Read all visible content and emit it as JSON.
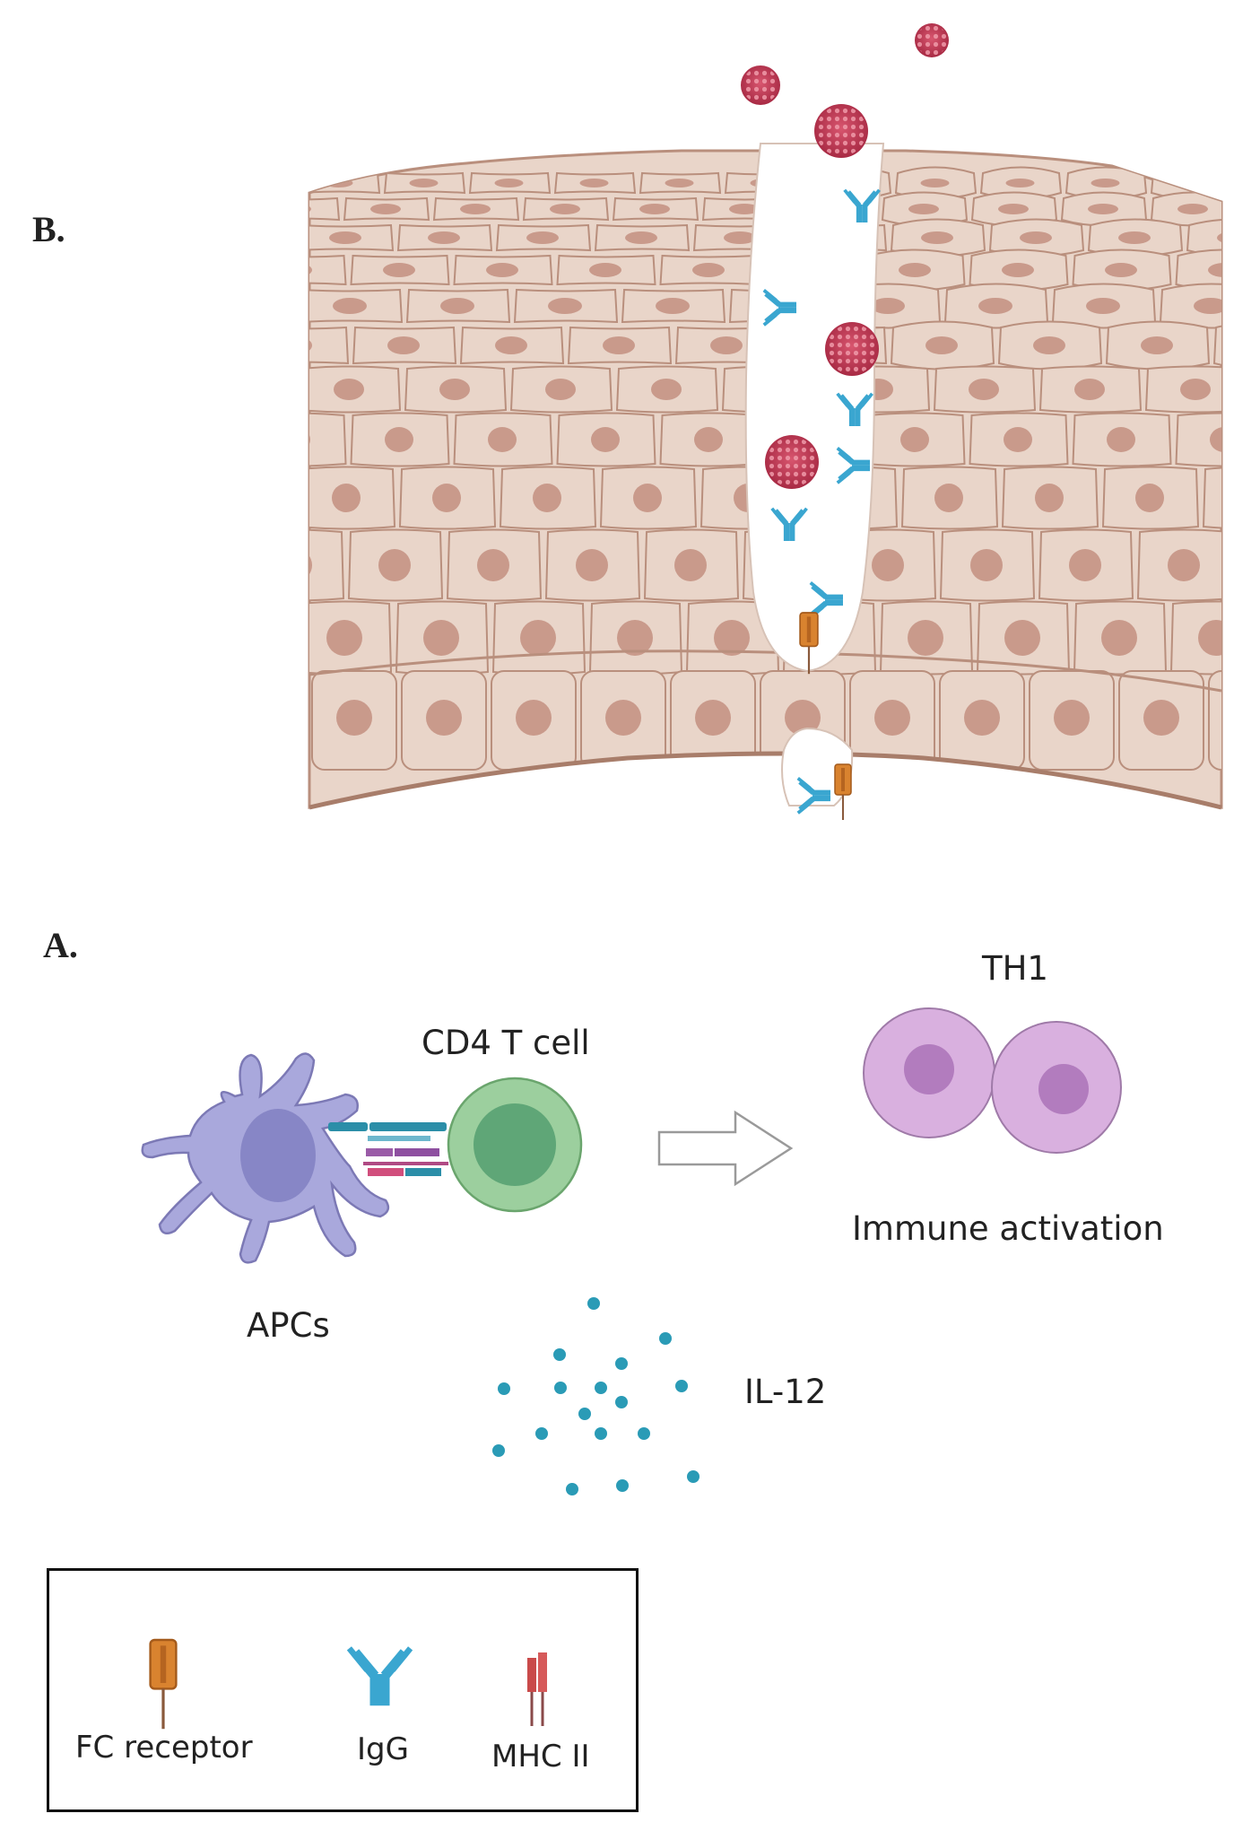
{
  "panels": {
    "b_label": "B.",
    "a_label": "A."
  },
  "panel_a": {
    "cd4_label": "CD4 T cell",
    "th1_label": "TH1",
    "immune_activation_label": "Immune activation",
    "apcs_label": "APCs",
    "il12_label": "IL-12"
  },
  "legend": {
    "fc_receptor": "FC receptor",
    "igg": "IgG",
    "mhc2": "MHC II"
  },
  "colors": {
    "skin_fill": "#e9d5c9",
    "skin_line": "#b98f7d",
    "nucleus": "#c99a8b",
    "pathogen": "#c53a55",
    "igg": "#3aa6d0",
    "fc_receptor": "#d9832f",
    "mhc2": "#c94a4a",
    "apc": "#a9a8dc",
    "t_cell": "#9ccf9e",
    "th1": "#d9b0df",
    "il12": "#2a9bb6"
  }
}
